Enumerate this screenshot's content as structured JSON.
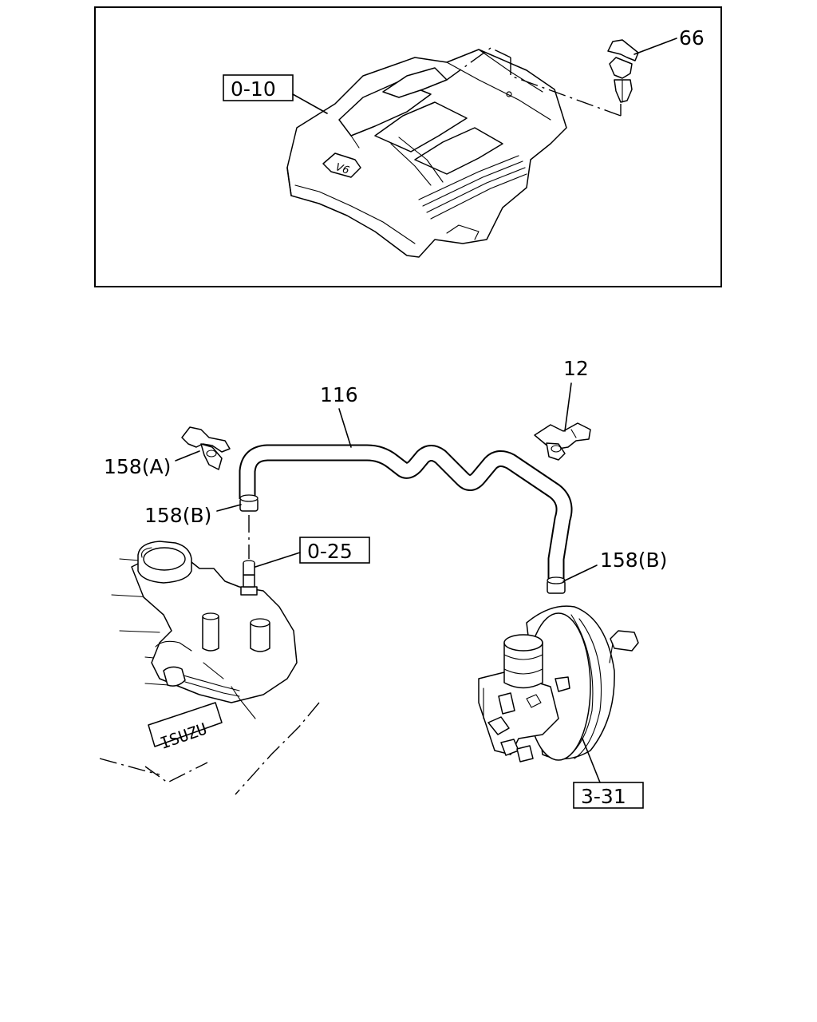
{
  "callouts": {
    "cover_ref": "0-10",
    "clip_66": "66",
    "hose_116": "116",
    "clamp_12": "12",
    "clip_158a": "158(A)",
    "clamp_158b_left": "158(B)",
    "fitting_ref": "0-25",
    "clamp_158b_right": "158(B)",
    "booster_ref": "3-31"
  },
  "markings": {
    "cover_badge": "V6",
    "engine_badge": "ISUZU"
  }
}
